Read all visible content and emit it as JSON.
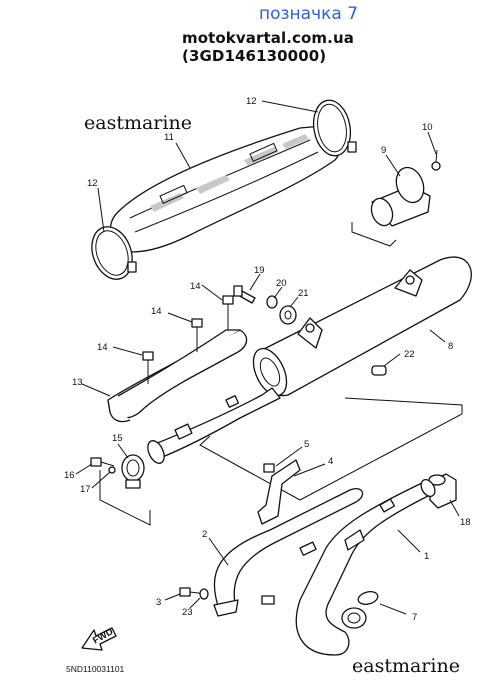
{
  "header": {
    "title": "позначка 7",
    "site": "motokvartal.com.ua (3GD146130000)"
  },
  "watermarks": [
    "eastmarine",
    "eastmarine"
  ],
  "diagram_code": "5ND110031101",
  "fwd_label": "FWD",
  "callouts": {
    "c1": "1",
    "c2": "2",
    "c3": "3",
    "c4": "4",
    "c5": "5",
    "c7": "7",
    "c8": "8",
    "c9": "9",
    "c10": "10",
    "c11": "11",
    "c12a": "12",
    "c12b": "12",
    "c13": "13",
    "c14a": "14",
    "c14b": "14",
    "c14c": "14",
    "c15": "15",
    "c16": "16",
    "c17": "17",
    "c18": "18",
    "c19": "19",
    "c20": "20",
    "c21": "21",
    "c22": "22",
    "c23": "23"
  }
}
